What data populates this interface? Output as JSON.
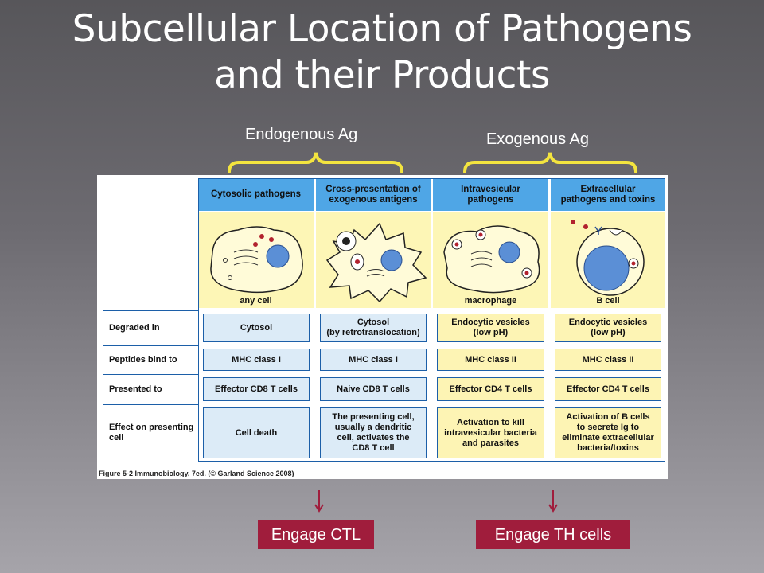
{
  "title": [
    "Subcellular Location of Pathogens",
    "and their Products"
  ],
  "groups": {
    "endogenous": "Endogenous Ag",
    "exogenous": "Exogenous Ag"
  },
  "figure": {
    "columns": [
      {
        "header": [
          "Cytosolic pathogens"
        ],
        "cell": "any cell"
      },
      {
        "header": [
          "Cross-presentation of",
          "exogenous antigens"
        ],
        "cell": ""
      },
      {
        "header": [
          "Intravesicular",
          "pathogens"
        ],
        "cell": "macrophage"
      },
      {
        "header": [
          "Extracellular",
          "pathogens and toxins"
        ],
        "cell": "B cell"
      }
    ],
    "rows": [
      {
        "label": "Degraded in",
        "values": [
          [
            "Cytosol"
          ],
          [
            "Cytosol",
            "(by retrotranslocation)"
          ],
          [
            "Endocytic vesicles",
            "(low pH)"
          ],
          [
            "Endocytic vesicles",
            "(low pH)"
          ]
        ]
      },
      {
        "label": "Peptides bind to",
        "values": [
          [
            "MHC class I"
          ],
          [
            "MHC class I"
          ],
          [
            "MHC class II"
          ],
          [
            "MHC class II"
          ]
        ]
      },
      {
        "label": "Presented to",
        "values": [
          [
            "Effector CD8 T cells"
          ],
          [
            "Naive CD8 T cells"
          ],
          [
            "Effector CD4 T cells"
          ],
          [
            "Effector CD4 T cells"
          ]
        ]
      },
      {
        "label": "Effect on presenting cell",
        "values": [
          [
            "Cell death"
          ],
          [
            "The presenting cell,",
            "usually a dendritic",
            "cell, activates the",
            "CD8 T cell"
          ],
          [
            "Activation to kill",
            "intravesicular bacteria",
            "and parasites"
          ],
          [
            "Activation of B cells",
            "to secrete Ig to",
            "eliminate extracellular",
            "bacteria/toxins"
          ]
        ]
      }
    ],
    "caption": "Figure 5-2 Immunobiology, 7ed. (© Garland Science 2008)"
  },
  "buttons": {
    "ctl": "Engage CTL",
    "th": "Engage TH cells"
  },
  "colors": {
    "header": "#4fa6e6",
    "picture": "#fdf6b6",
    "blue_cell": "#dcebf7",
    "yellow_cell": "#fdf4b4",
    "engage": "#a01d3c",
    "brace": "#f3e43f",
    "arrow": "#a01d3c"
  }
}
